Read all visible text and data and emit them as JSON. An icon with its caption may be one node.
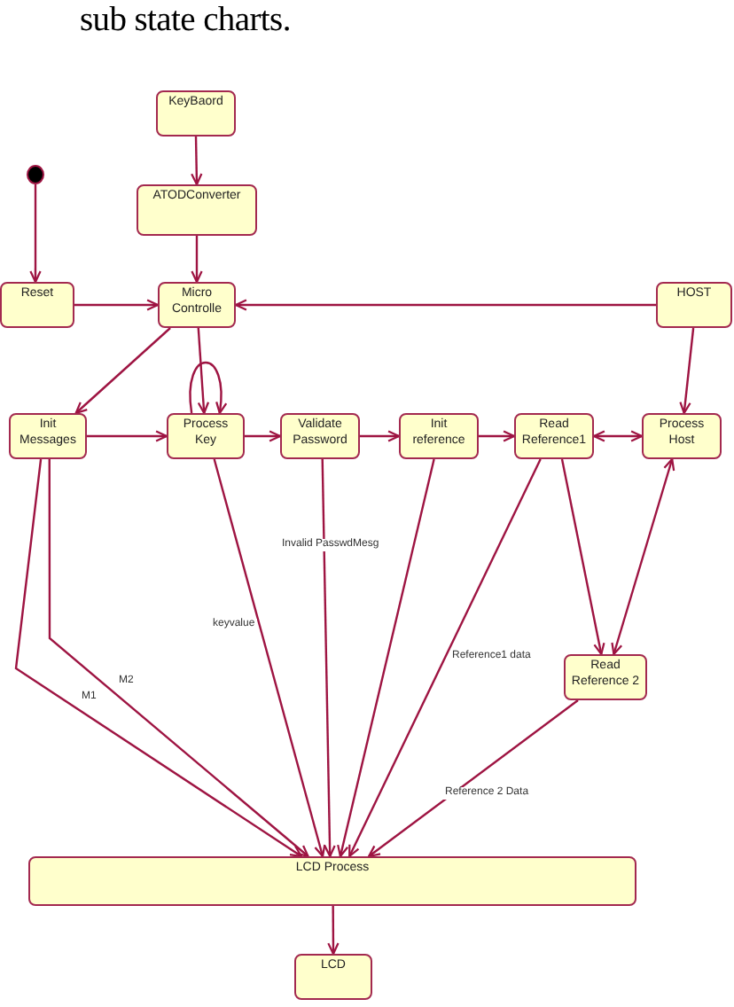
{
  "diagram": {
    "title": "sub state charts.",
    "nodes": [
      {
        "text": [
          "KeyBaord"
        ]
      },
      {
        "text": [],
        "shape": "circle"
      },
      {
        "text": [
          "ATODConverter"
        ]
      },
      {
        "text": [
          "Reset"
        ]
      },
      {
        "text": [
          "Micro Controlle"
        ]
      },
      {
        "text": [
          "HOST"
        ]
      },
      {
        "text": [
          "Init Messages"
        ]
      },
      {
        "text": [
          "Process Key"
        ]
      },
      {
        "text": [
          "Validate Password"
        ]
      },
      {
        "text": [
          "Init reference"
        ]
      },
      {
        "text": [
          "Read Reference1"
        ]
      },
      {
        "text": [
          "Process Host"
        ]
      },
      {
        "text": [
          "Read Reference 2"
        ]
      },
      {
        "text": [
          "LCD Process"
        ]
      },
      {
        "text": [
          "LCD"
        ]
      }
    ],
    "edges": [
      {
        "from": 0,
        "to": 2,
        "arrow": "to"
      },
      {
        "from": 1,
        "to": 3,
        "arrow": "to"
      },
      {
        "from": 2,
        "to": 4,
        "arrow": "to"
      },
      {
        "from": 3,
        "to": 4,
        "arrow": "to"
      },
      {
        "from": 5,
        "to": 4,
        "arrow": "to"
      },
      {
        "from": 4,
        "to": 6,
        "arrow": "to"
      },
      {
        "from": 4,
        "to": 7,
        "arrow": "to"
      },
      {
        "from": 7,
        "to": 7,
        "arrow": "to"
      },
      {
        "from": 6,
        "to": 7,
        "arrow": "to"
      },
      {
        "from": 7,
        "to": 8,
        "arrow": "to"
      },
      {
        "from": 8,
        "to": 9,
        "arrow": "to"
      },
      {
        "from": 9,
        "to": 10,
        "arrow": "to"
      },
      {
        "from": 10,
        "to": 11,
        "arrow": "both"
      },
      {
        "from": 5,
        "to": 11,
        "arrow": "to"
      },
      {
        "from": 10,
        "to": 12,
        "arrow": "to"
      },
      {
        "from": 11,
        "to": 12,
        "arrow": "both"
      },
      {
        "from": 6,
        "to": 13,
        "arrow": "to",
        "label": "M1"
      },
      {
        "from": 6,
        "to": 13,
        "arrow": "to",
        "label": "M2"
      },
      {
        "from": 7,
        "to": 13,
        "arrow": "to",
        "label": "keyvalue"
      },
      {
        "from": 8,
        "to": 13,
        "arrow": "to",
        "label": "Invalid PasswdMesg"
      },
      {
        "from": 9,
        "to": 13,
        "arrow": "to"
      },
      {
        "from": 10,
        "to": 13,
        "arrow": "to",
        "label": "Reference1 data"
      },
      {
        "from": 12,
        "to": 13,
        "arrow": "to",
        "label": "Reference 2 Data"
      },
      {
        "from": 13,
        "to": 14,
        "arrow": "to"
      }
    ]
  }
}
